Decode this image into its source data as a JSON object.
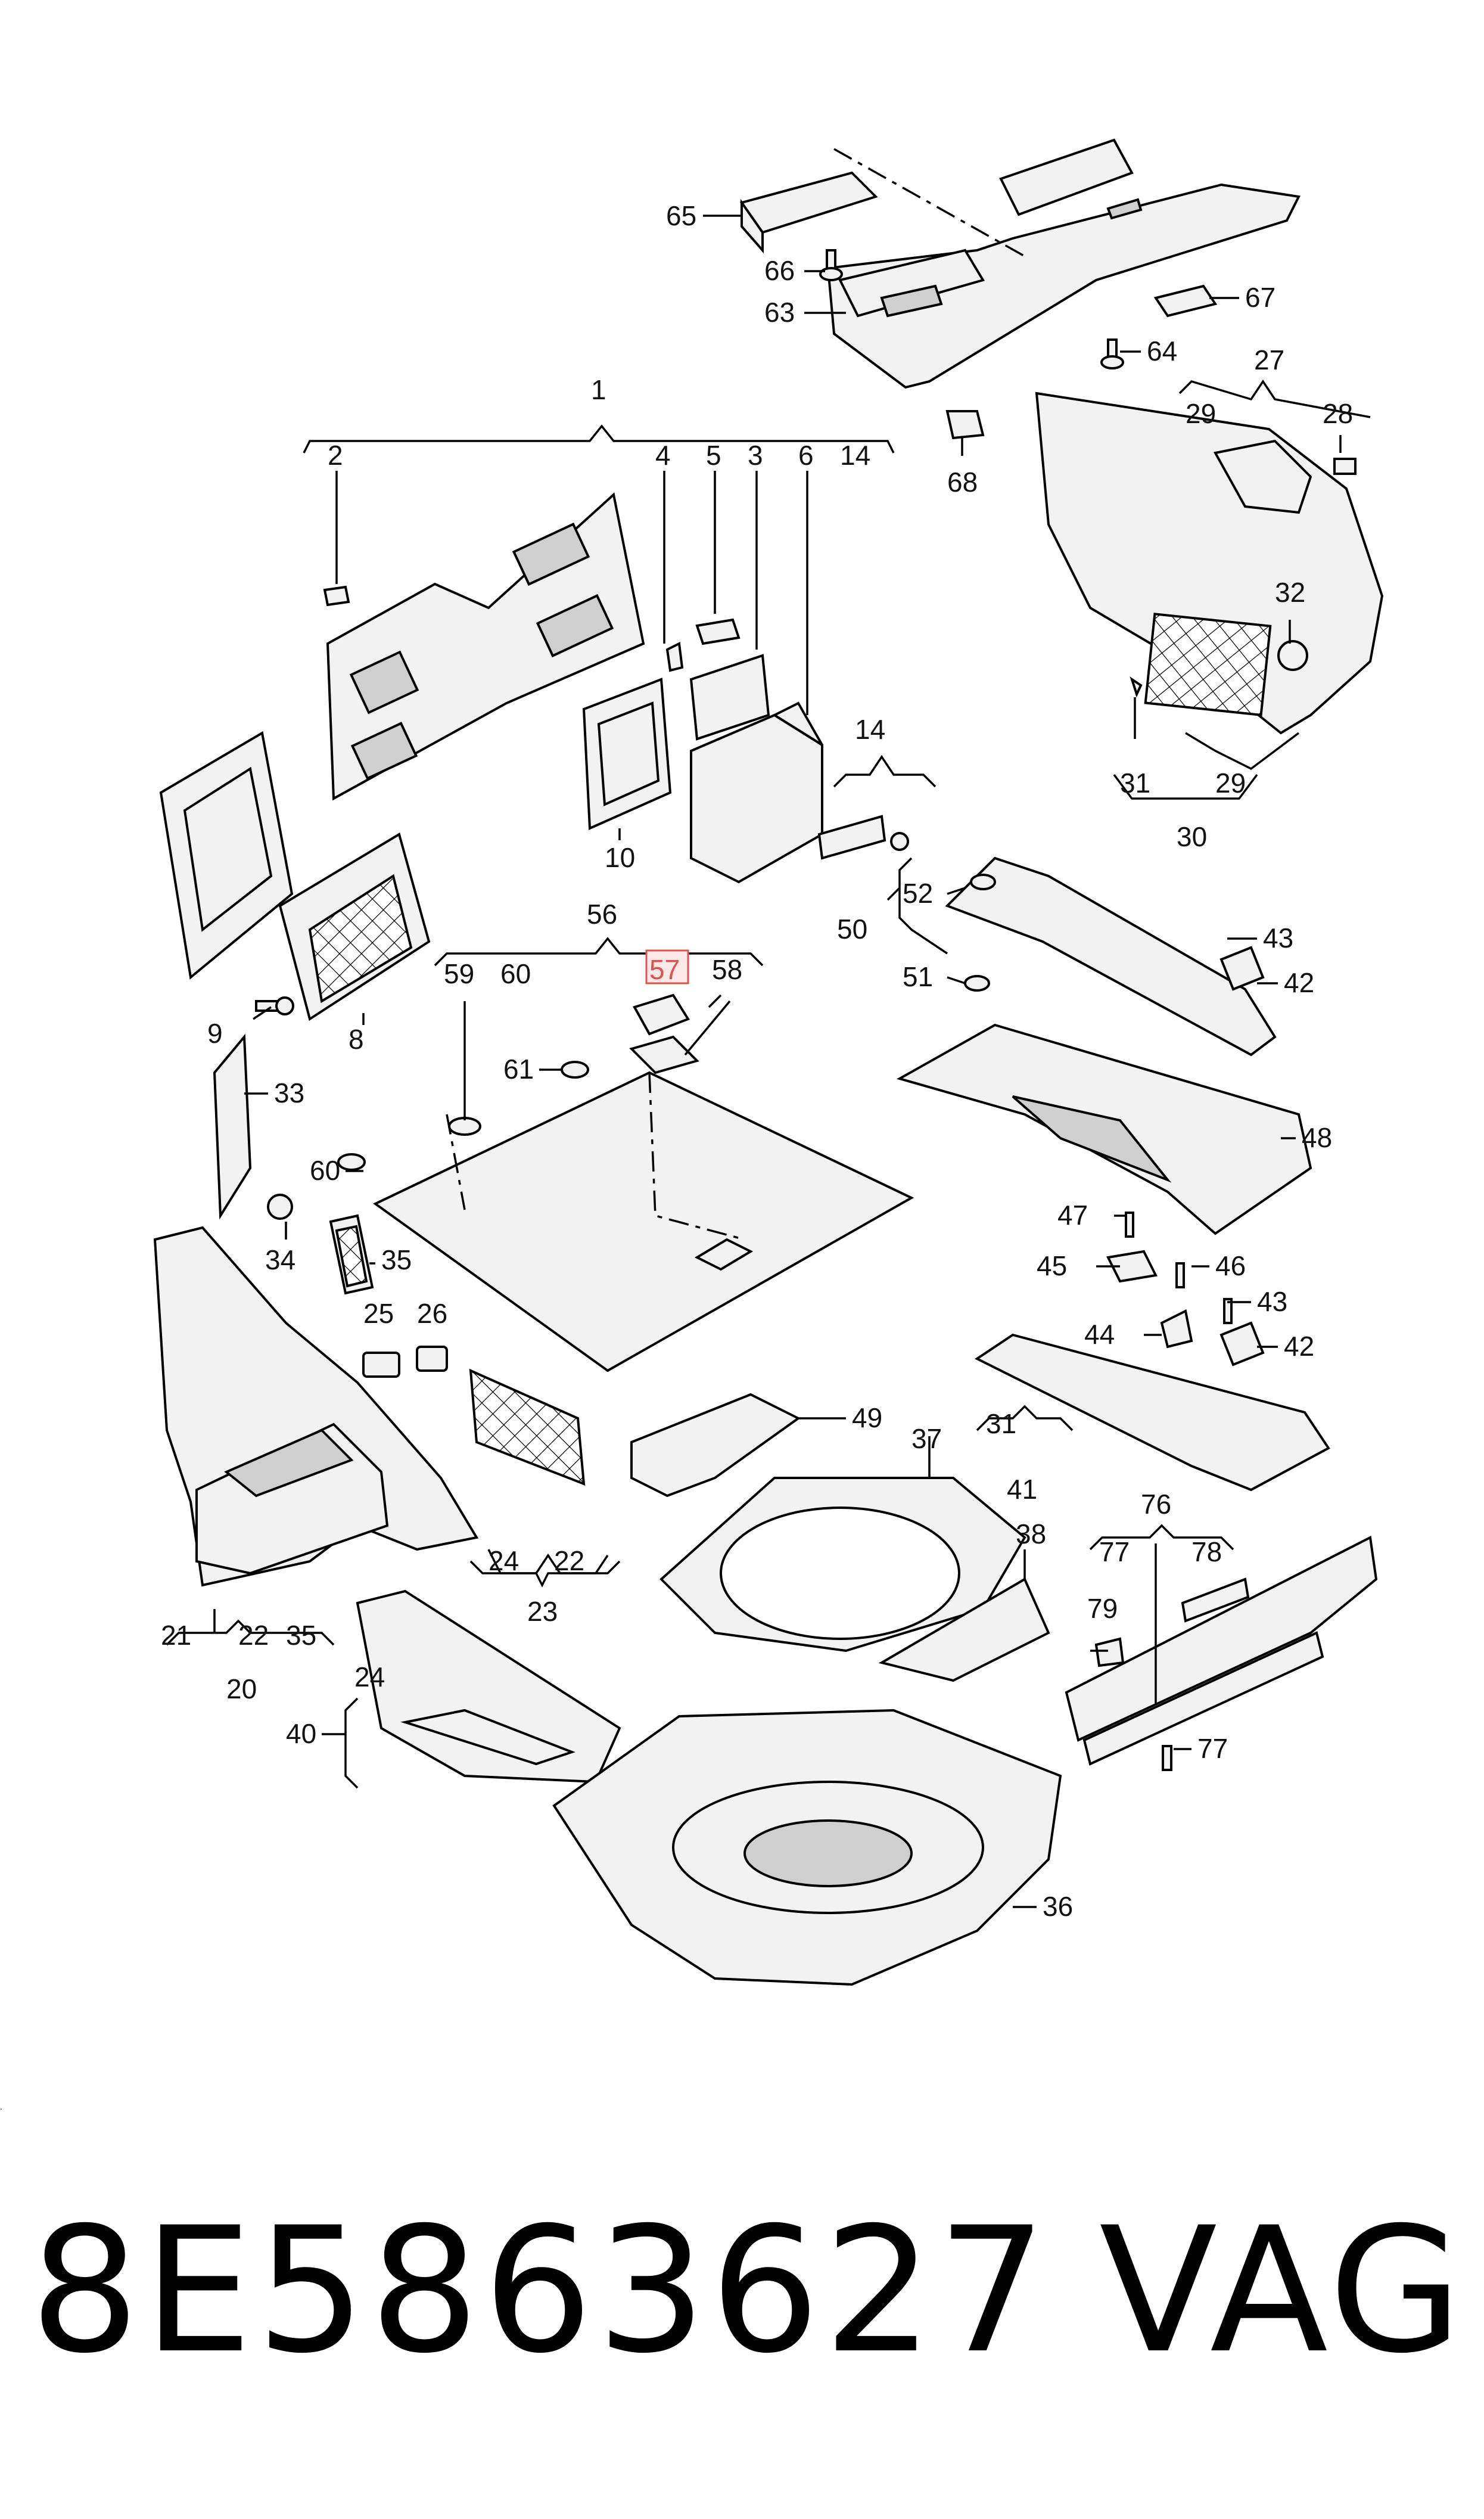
{
  "diagram": {
    "highlighted_callout": "57",
    "callouts": [
      {
        "id": "c65",
        "label": "65"
      },
      {
        "id": "c66",
        "label": "66"
      },
      {
        "id": "c63",
        "label": "63"
      },
      {
        "id": "c67",
        "label": "67"
      },
      {
        "id": "c64",
        "label": "64"
      },
      {
        "id": "c68",
        "label": "68"
      },
      {
        "id": "c27",
        "label": "27"
      },
      {
        "id": "c29a",
        "label": "29"
      },
      {
        "id": "c28",
        "label": "28"
      },
      {
        "id": "c32",
        "label": "32"
      },
      {
        "id": "c31a",
        "label": "31"
      },
      {
        "id": "c29b",
        "label": "29"
      },
      {
        "id": "c30",
        "label": "30"
      },
      {
        "id": "c1",
        "label": "1"
      },
      {
        "id": "c2",
        "label": "2"
      },
      {
        "id": "c4",
        "label": "4"
      },
      {
        "id": "c5",
        "label": "5"
      },
      {
        "id": "c3",
        "label": "3"
      },
      {
        "id": "c6",
        "label": "6"
      },
      {
        "id": "c14a",
        "label": "14"
      },
      {
        "id": "c14b",
        "label": "14"
      },
      {
        "id": "c10",
        "label": "10"
      },
      {
        "id": "c9",
        "label": "9"
      },
      {
        "id": "c8",
        "label": "8"
      },
      {
        "id": "c56",
        "label": "56"
      },
      {
        "id": "c59",
        "label": "59"
      },
      {
        "id": "c60a",
        "label": "60"
      },
      {
        "id": "c57",
        "label": "57"
      },
      {
        "id": "c58",
        "label": "58"
      },
      {
        "id": "c61",
        "label": "61"
      },
      {
        "id": "c52",
        "label": "52"
      },
      {
        "id": "c50",
        "label": "50"
      },
      {
        "id": "c51",
        "label": "51"
      },
      {
        "id": "c43a",
        "label": "43"
      },
      {
        "id": "c42a",
        "label": "42"
      },
      {
        "id": "c48",
        "label": "48"
      },
      {
        "id": "c33",
        "label": "33"
      },
      {
        "id": "c60b",
        "label": "60"
      },
      {
        "id": "c34",
        "label": "34"
      },
      {
        "id": "c35a",
        "label": "35"
      },
      {
        "id": "c25",
        "label": "25"
      },
      {
        "id": "c26",
        "label": "26"
      },
      {
        "id": "c47",
        "label": "47"
      },
      {
        "id": "c45",
        "label": "45"
      },
      {
        "id": "c46",
        "label": "46"
      },
      {
        "id": "c43b",
        "label": "43"
      },
      {
        "id": "c44",
        "label": "44"
      },
      {
        "id": "c42b",
        "label": "42"
      },
      {
        "id": "c49",
        "label": "49"
      },
      {
        "id": "c37",
        "label": "37"
      },
      {
        "id": "c31b",
        "label": "31"
      },
      {
        "id": "c41",
        "label": "41"
      },
      {
        "id": "c24a",
        "label": "24"
      },
      {
        "id": "c22a",
        "label": "22"
      },
      {
        "id": "c23",
        "label": "23"
      },
      {
        "id": "c38",
        "label": "38"
      },
      {
        "id": "c76",
        "label": "76"
      },
      {
        "id": "c77a",
        "label": "77"
      },
      {
        "id": "c78",
        "label": "78"
      },
      {
        "id": "c79",
        "label": "79"
      },
      {
        "id": "c21",
        "label": "21"
      },
      {
        "id": "c22b",
        "label": "22"
      },
      {
        "id": "c35b",
        "label": "35"
      },
      {
        "id": "c20",
        "label": "20"
      },
      {
        "id": "c24b",
        "label": "24"
      },
      {
        "id": "c40",
        "label": "40"
      },
      {
        "id": "c77b",
        "label": "77"
      },
      {
        "id": "c36",
        "label": "36"
      }
    ]
  },
  "footer": {
    "part_number": "8E5863627",
    "brand": "VAG"
  },
  "colors": {
    "line": "#000000",
    "fill": "#f2f2f2",
    "highlight": "#d9534f",
    "highlight_bg": "#fde8e8"
  }
}
